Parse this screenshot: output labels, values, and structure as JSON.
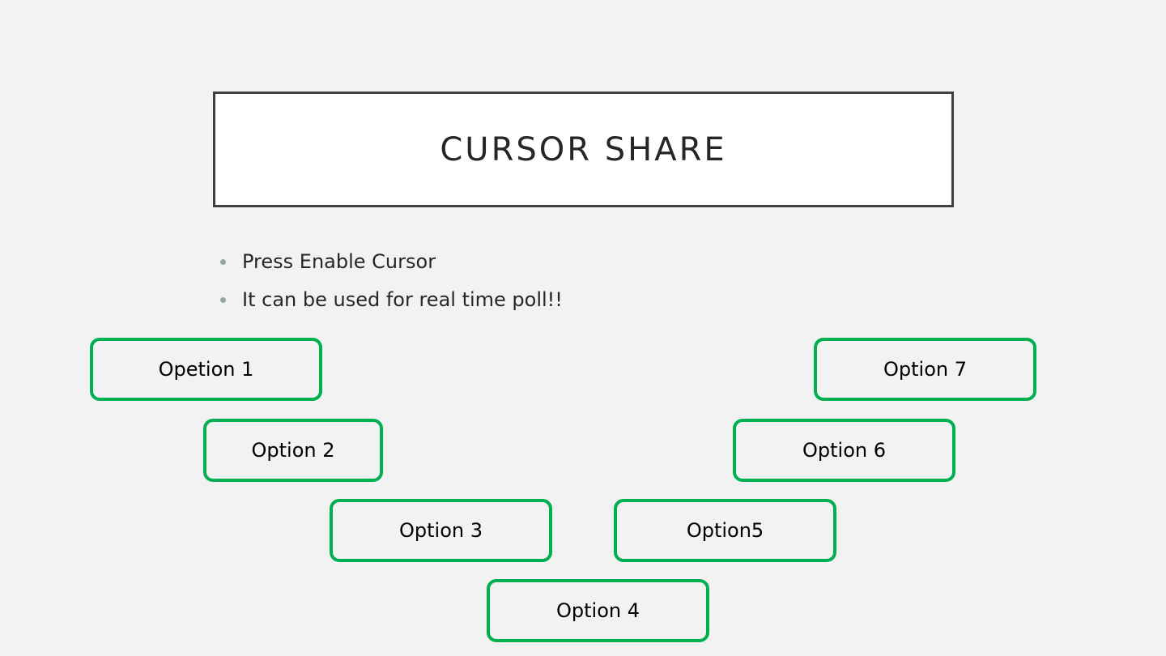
{
  "slide": {
    "title": "CURSOR SHARE",
    "bullets": [
      "Press Enable Cursor",
      "It can be used for real time poll!!"
    ]
  },
  "options": [
    {
      "label": "Opetion 1"
    },
    {
      "label": "Option 2"
    },
    {
      "label": "Option 3"
    },
    {
      "label": "Option 4"
    },
    {
      "label": "Option5"
    },
    {
      "label": "Option 6"
    },
    {
      "label": "Option 7"
    }
  ],
  "colors": {
    "background": "#f2f2f2",
    "title_border": "#404040",
    "option_border": "#00b050",
    "bullet_dot": "#9aa3a8"
  }
}
